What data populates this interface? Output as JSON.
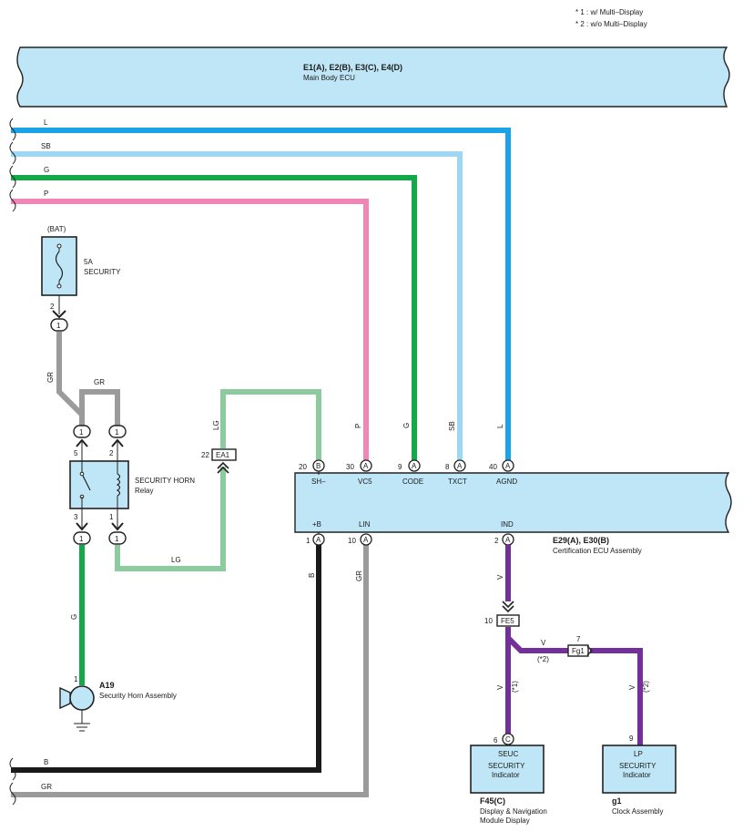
{
  "notes": {
    "n1": "* 1 : w/ Multi–Display",
    "n2": "* 2 : w/o Multi–Display"
  },
  "main_body_ecu": {
    "id": "E1(A), E2(B), E3(C), E4(D)",
    "name": "Main Body ECU"
  },
  "bus_wires": {
    "l": "L",
    "sb": "SB",
    "g": "G",
    "p": "P"
  },
  "fuse": {
    "source": "(BAT)",
    "rating": "5A",
    "name": "SECURITY",
    "pin": "2",
    "conn": "1"
  },
  "relay": {
    "name1": "SECURITY HORN",
    "name2": "Relay",
    "pins": [
      "5",
      "2",
      "3",
      "1"
    ],
    "conns": [
      "1",
      "1",
      "1",
      "1"
    ],
    "wire_gr": "GR",
    "wire_gr2": "GR",
    "wire_g": "G",
    "wire_lg": "LG"
  },
  "junction_ea1": {
    "label": "EA1",
    "pin": "22",
    "wire": "LG"
  },
  "cert_ecu": {
    "id": "E29(A), E30(B)",
    "name": "Certification ECU Assembly",
    "top_pins": [
      {
        "num": "20",
        "conn": "B",
        "term": "SH–",
        "wire": ""
      },
      {
        "num": "30",
        "conn": "A",
        "term": "VC5",
        "wire": "P"
      },
      {
        "num": "9",
        "conn": "A",
        "term": "CODE",
        "wire": "G"
      },
      {
        "num": "8",
        "conn": "A",
        "term": "TXCT",
        "wire": "SB"
      },
      {
        "num": "40",
        "conn": "A",
        "term": "AGND",
        "wire": "L"
      }
    ],
    "bottom_pins": [
      {
        "num": "1",
        "conn": "A",
        "term": "+B",
        "wire": "B"
      },
      {
        "num": "10",
        "conn": "A",
        "term": "LIN",
        "wire": "GR"
      },
      {
        "num": "2",
        "conn": "A",
        "term": "IND",
        "wire": "V"
      }
    ]
  },
  "fe5": {
    "label": "FE5",
    "pin": "10",
    "wire_v": "V",
    "wire_v2": "V",
    "note1": "(*1)"
  },
  "fg1": {
    "label": "Fg1",
    "pin": "7",
    "wire_v": "V",
    "note2": "(*2)",
    "wire_v2": "V",
    "note2b": "(*2)"
  },
  "horn": {
    "id": "A19",
    "name": "Security Horn Assembly",
    "pin": "1"
  },
  "display": {
    "term": "SEUC",
    "l1": "SECURITY",
    "l2": "Indicator",
    "pin": "6",
    "conn": "C",
    "id": "F45(C)",
    "name1": "Display & Navigation",
    "name2": "Module Display"
  },
  "clock": {
    "term": "LP",
    "l1": "SECURITY",
    "l2": "Indicator",
    "pin": "9",
    "id": "g1",
    "name": "Clock Assembly"
  },
  "bottom_wires": {
    "b": "B",
    "gr": "GR"
  },
  "colors": {
    "L": "#1aa3e8",
    "SB": "#9fd6f2",
    "G": "#14a84a",
    "P": "#ee86b6",
    "LG": "#8ccb9d",
    "GR": "#9b9b9b",
    "B": "#1a1a1a",
    "V": "#74309a",
    "box": "#bfe6f6"
  }
}
